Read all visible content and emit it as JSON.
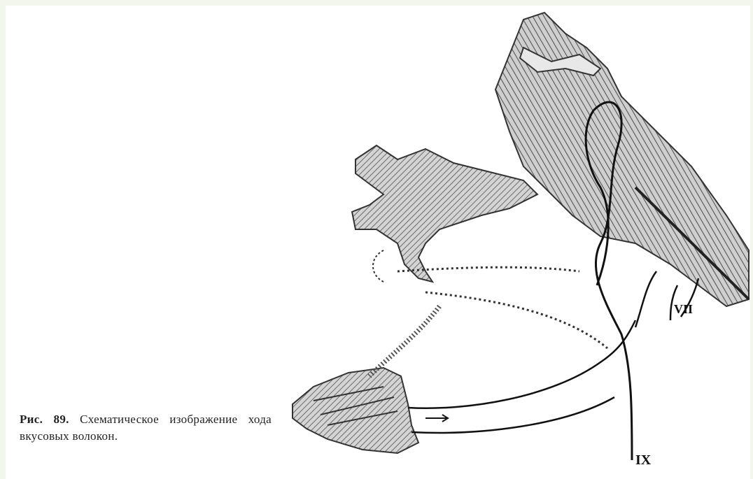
{
  "page": {
    "background": "#f3f6ec",
    "paper": "#ffffff",
    "ink": "#1c1c1c"
  },
  "figure": {
    "caption_number": "Рис. 89.",
    "caption_text": "Схематическое изображение хода вкусовых волокон.",
    "roman_numerals": {
      "bottom": "IX",
      "mid": "VII"
    }
  }
}
